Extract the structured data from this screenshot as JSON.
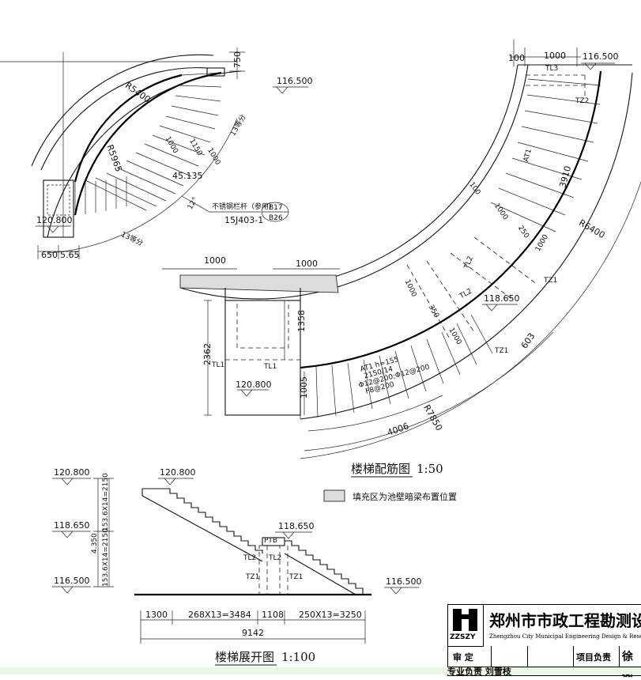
{
  "plan_top_left": {
    "radius_label": "R5400",
    "radius2_label": "R5965",
    "dim_750": "750",
    "level_116": "116.500",
    "dim_1000": "1000",
    "dim_1150": "1150",
    "dim_1000b": "1000",
    "steps_13_a": "13等分",
    "steps_13_b": "13等分",
    "angle_45": "45.135",
    "angle_12": "12°",
    "railing_note": "不锈钢栏杆（参用）",
    "railing_ref": "15J403-1",
    "bubble_top": "B17",
    "bubble_bottom": "B26",
    "level_120": "120.800",
    "dim_650": "650",
    "dim_565": "5.65"
  },
  "reinforcement_plan": {
    "dim_100_top": "100",
    "dim_1000_top": "1000",
    "level_116_top": "116.500",
    "tl3": "TL3",
    "tz2": "TZ2",
    "at1_upper": "AT1",
    "dim_3910": "3910",
    "dim_100_mid": "100",
    "dim_1000_mid": "1000",
    "dim_250": "250",
    "r6400": "R6400",
    "dim_1000_right": "1000",
    "tl2_a": "TL2",
    "tl2_b": "TL2",
    "tz1_a": "TZ1",
    "level_118": "118.650",
    "dim_1000_c": "1000",
    "dim_350": "350",
    "dim_1000_d": "1000",
    "tz1_b": "TZ1",
    "dim_603": "603",
    "dim_1000_l1": "1000",
    "dim_1000_l2": "1000",
    "dim_2362": "2362",
    "dim_1358": "1358",
    "tl1_a": "TL1",
    "tl1_b": "TL1",
    "level_120": "120.800",
    "dim_1005": "1005",
    "at1_note_1": "AT1 h=155",
    "at1_note_2": "2150/14",
    "at1_note_3": "Φ12@200;Φ12@200",
    "at1_note_4": "F8@200",
    "r7850": "R7850",
    "dim_4006": "4006",
    "title": "楼梯配筋图",
    "scale": "1:50",
    "legend_text": "填充区为池壁暗梁布置位置"
  },
  "elevation": {
    "level_120_l": "120.800",
    "level_120_top": "120.800",
    "level_118_l": "118.650",
    "level_118_r": "118.650",
    "level_116_l": "116.500",
    "level_116_r": "116.500",
    "dim_upper": "153.6X14=2150",
    "dim_lower": "153.6X14=2150",
    "dim_total": "4.350",
    "ptb": "PTB",
    "tl2_a": "TL2",
    "tl2_b": "TL2",
    "tz1_a": "TZ1",
    "tz1_b": "TZ1",
    "dim_1300": "1300",
    "dim_268": "268X13=3484",
    "dim_1108": "1108",
    "dim_250": "250X13=3250",
    "dim_9142": "9142",
    "title": "楼梯展开图",
    "scale": "1:100"
  },
  "title_block": {
    "abbr": "ZZSZY",
    "name": "郑州市市政工程勘测设计",
    "english": "Zhengzhou City Municipal Engineering Design & Resea",
    "row_label_1": "审  定",
    "row_label_2": "项目负责",
    "row_value_2": "徐  磊",
    "bottom_label": "专业负责  刘雪枝"
  }
}
